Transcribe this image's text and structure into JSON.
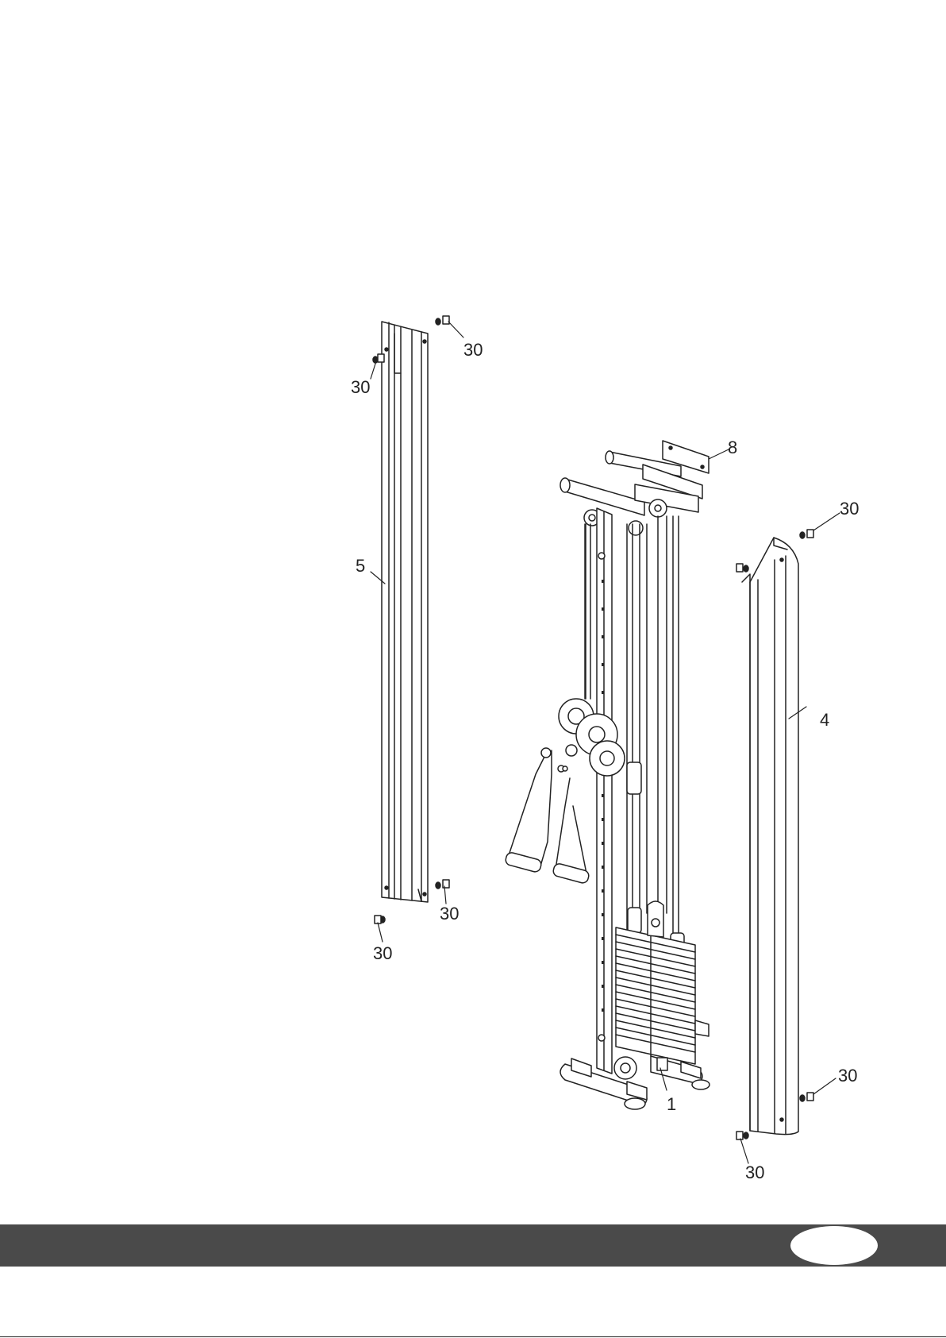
{
  "diagram": {
    "parts": {
      "left_cover_label": "5",
      "right_cover_label": "4",
      "top_bracket_label": "8",
      "frame_base_label": "1",
      "screw_label": "30"
    }
  },
  "colors": {
    "line": "#222222",
    "footer": "#4a4a4a",
    "background": "#ffffff"
  },
  "footer": {
    "page_number": ""
  }
}
